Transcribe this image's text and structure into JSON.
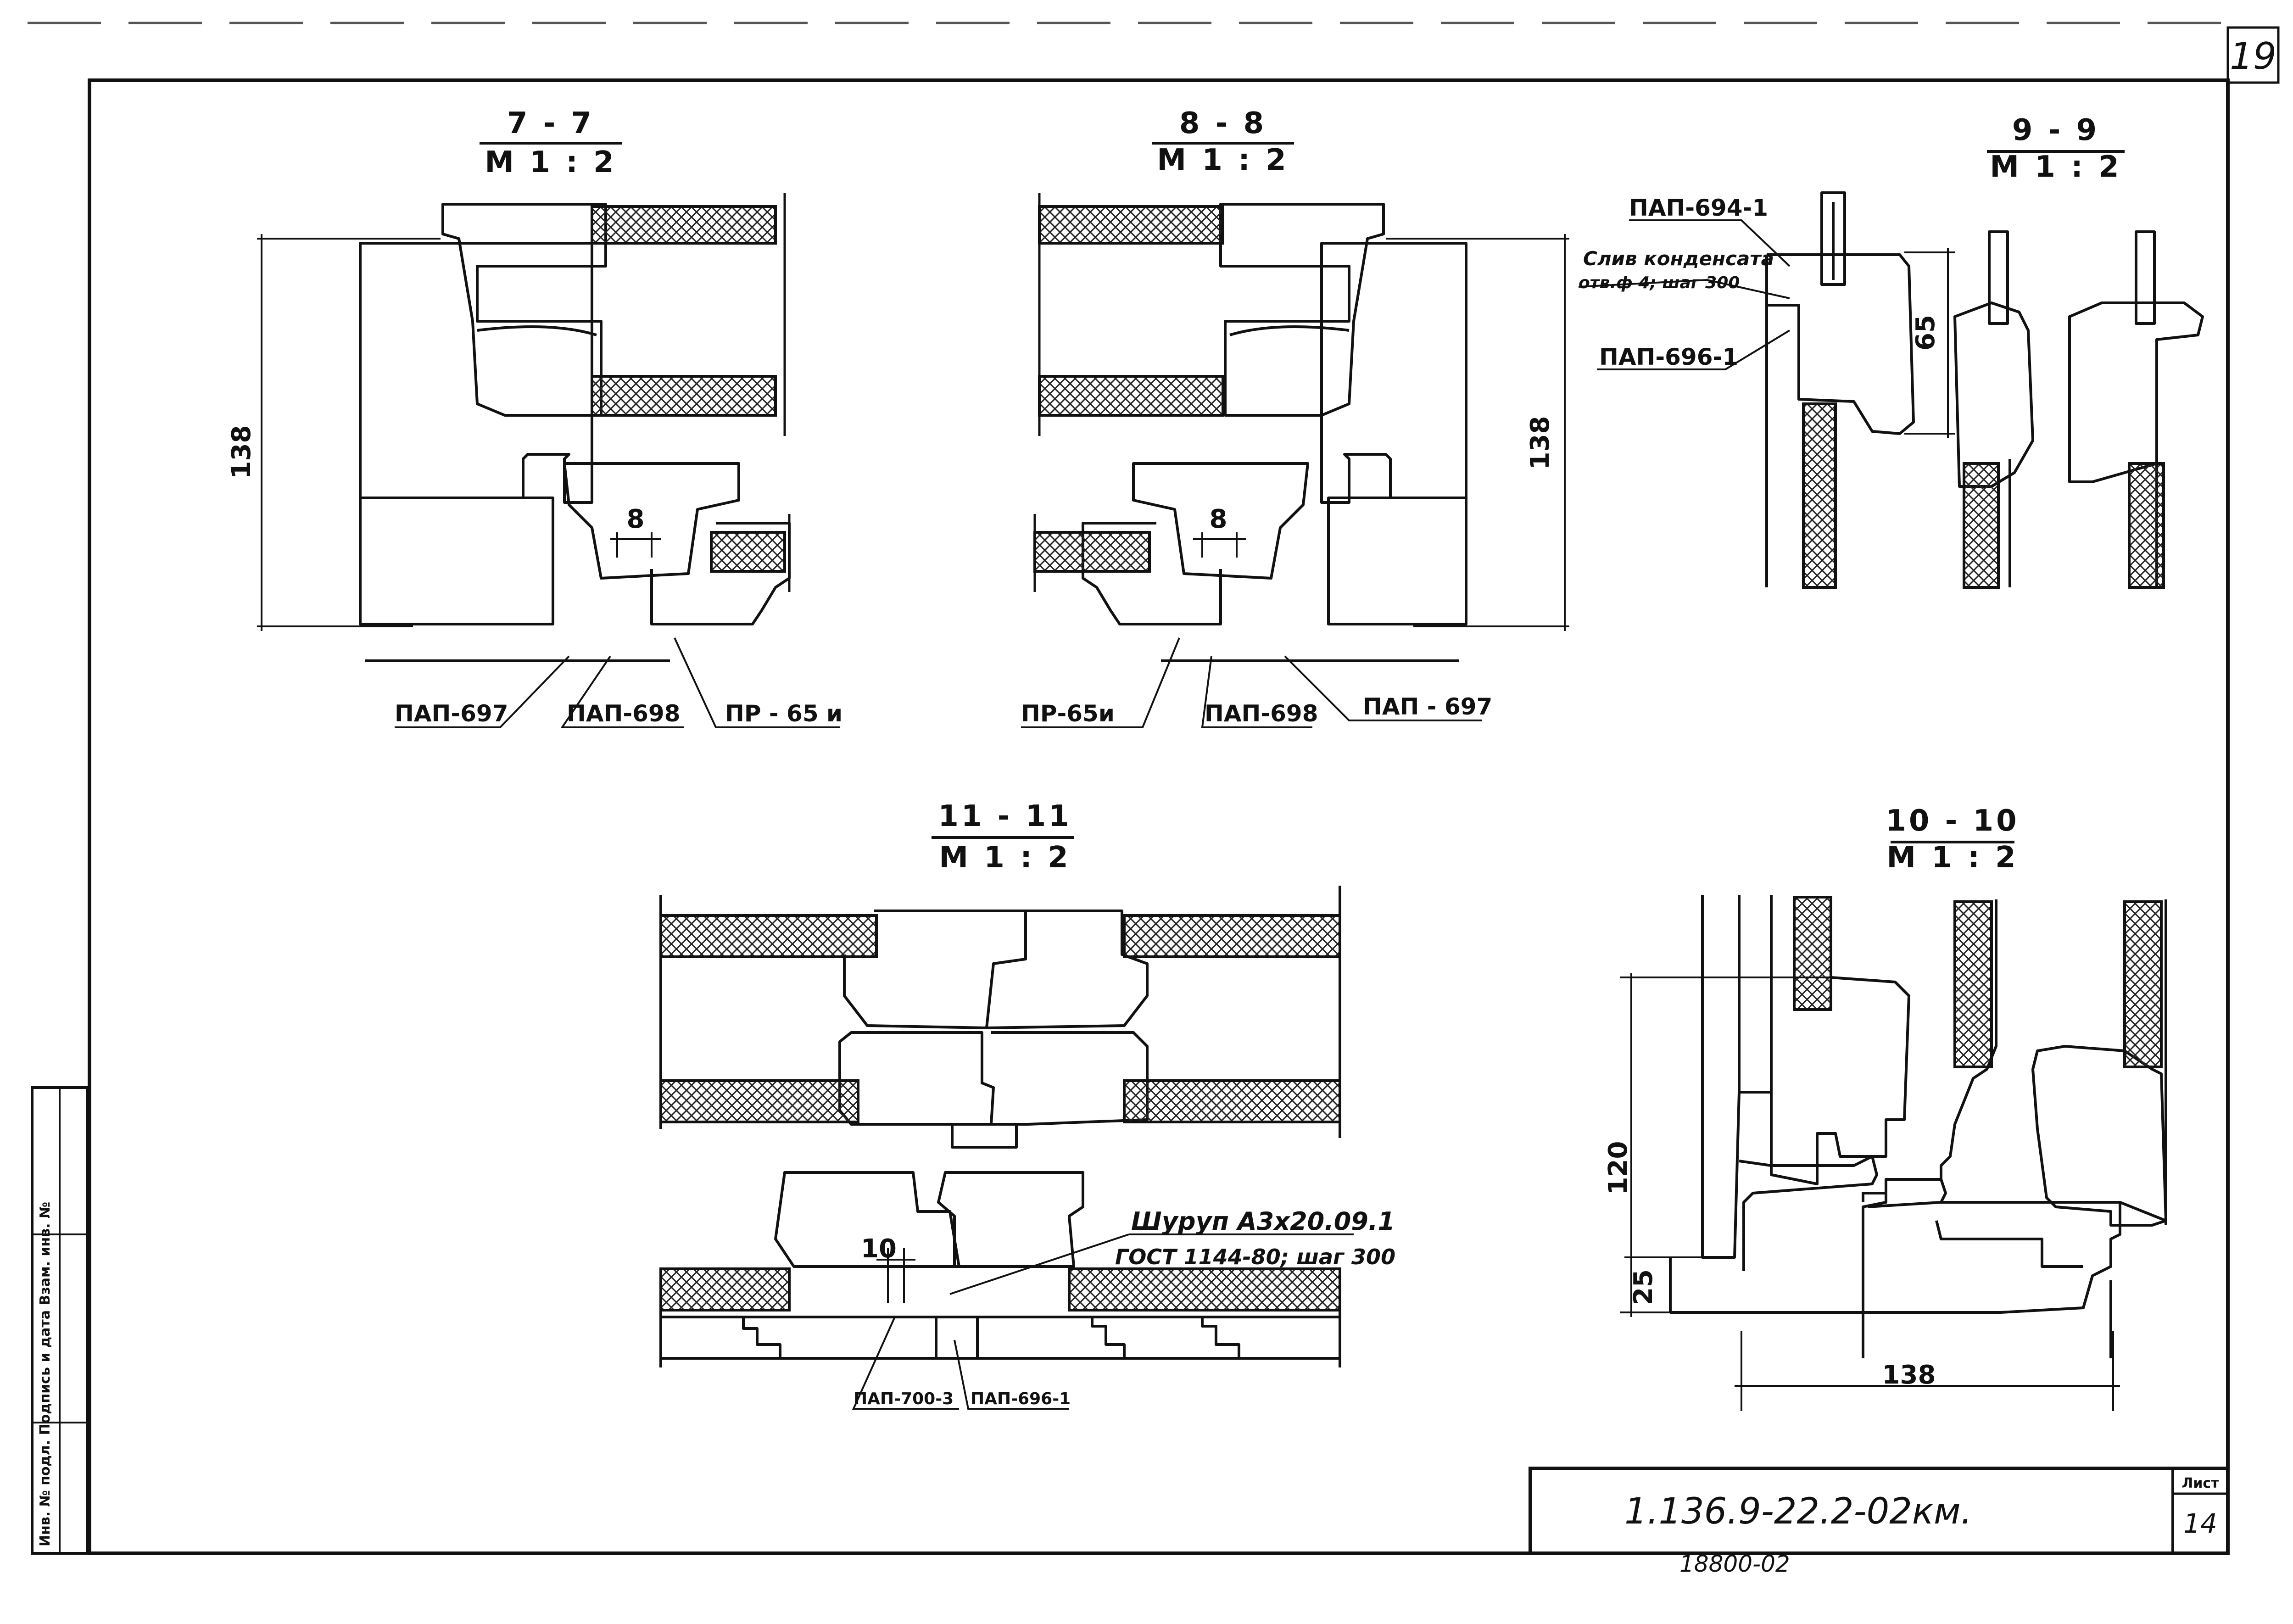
{
  "sheet": {
    "page_number": "19",
    "code": "1.136.9-22.2-02км.",
    "list_label": "Лист",
    "list_number": "14",
    "bottom_note": "18800-02",
    "side_stamp": "Инв. № подл.   Подпись и дата   Взам. инв. №"
  },
  "sections": {
    "s77": {
      "title": "7 - 7",
      "scale": "М 1 : 2",
      "dim_height": "138",
      "dim_gap": "8",
      "callouts": [
        "ПАП-697",
        "ПАП-698",
        "ПР - 65 и"
      ]
    },
    "s88": {
      "title": "8 - 8",
      "scale": "М 1 : 2",
      "dim_height": "138",
      "dim_gap": "8",
      "callouts": [
        "ПР-65и",
        "ПАП-698",
        "ПАП - 697"
      ]
    },
    "s99": {
      "title": "9 - 9",
      "scale": "М 1 : 2",
      "dim_height": "65",
      "callouts": [
        "ПАП-694-1",
        "ПАП-696-1"
      ],
      "note_line1": "Слив конденсата",
      "note_line2": "отв.ф 4; шаг 300"
    },
    "s1111": {
      "title": "11 - 11",
      "scale": "М 1 : 2",
      "dim_gap": "10",
      "callouts": [
        "ПАП-700-3",
        "ПАП-696-1"
      ],
      "note_line1": "Шуруп А3х20.09.1",
      "note_line2": "ГОСТ 1144-80; шаг 300"
    },
    "s1010": {
      "title": "10 - 10",
      "scale": "М 1 : 2",
      "dim_height": "120",
      "dim_small": "25",
      "dim_width": "138"
    }
  }
}
